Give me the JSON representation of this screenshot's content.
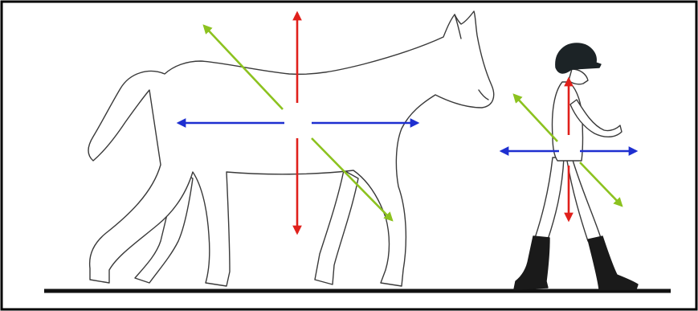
{
  "colors": {
    "frame": "#000000",
    "background": "#ffffff",
    "outline": "#3a3a3a",
    "ground": "#111111",
    "vertical_arrow": "#e0201b",
    "horizontal_arrow": "#1e2fd0",
    "diagonal_arrow": "#8cc21f",
    "helmet": "#1c2326",
    "boots": "#1a1a1a"
  },
  "figures": [
    {
      "name": "horse",
      "axes": [
        "vertical-axis",
        "horizontal-axis",
        "diagonal-axis"
      ]
    },
    {
      "name": "handler",
      "axes": [
        "vertical-axis",
        "horizontal-axis",
        "diagonal-axis"
      ]
    }
  ],
  "icons": {
    "vertical": "red-vertical-double-arrow-icon",
    "horizontal": "blue-horizontal-double-arrow-icon",
    "diagonal": "green-diagonal-double-arrow-icon"
  }
}
